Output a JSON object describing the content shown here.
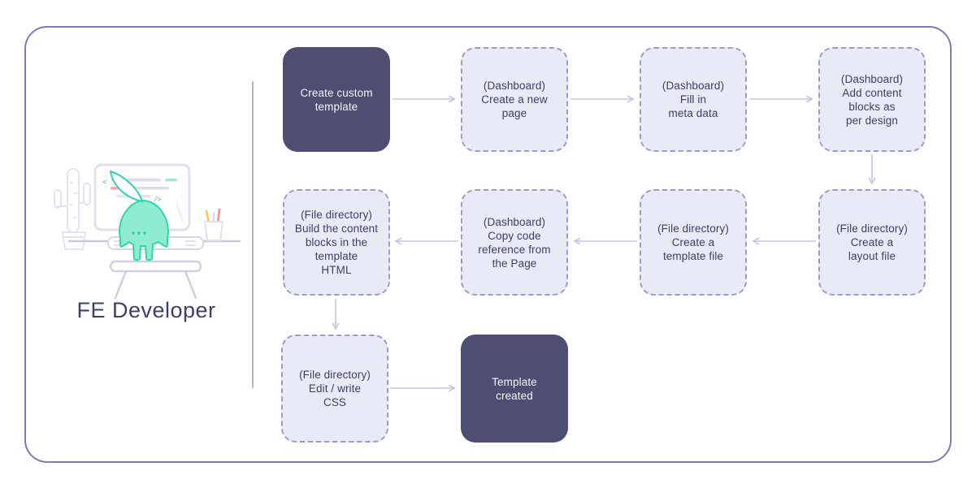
{
  "diagram_title": "FE Developer custom template creation flow",
  "colors": {
    "frame_border": "#7d7bb5",
    "divider": "#b0b0d4",
    "solid_node_bg": "#4e4e72",
    "solid_node_text": "#f5f5fa",
    "dashed_node_bg": "#eaeaf6",
    "dashed_node_border": "#9c9bca",
    "dashed_node_text": "#3e3e66",
    "arrow": "#c5c5e5",
    "mascot_fill": "#8fecd2",
    "mascot_stroke": "#2fd6ac",
    "actor_label_text": "#3f3f6b"
  },
  "actor": {
    "label": "FE Developer",
    "illustration_parts": [
      "cactus",
      "monitor-with-code",
      "mascot",
      "keyboard",
      "desk",
      "pen-cup",
      "stool"
    ]
  },
  "flow": {
    "nodes": [
      {
        "id": "create-custom-template",
        "type": "solid",
        "label": "Create custom\ntemplate"
      },
      {
        "id": "create-new-page",
        "type": "dashed",
        "label": "(Dashboard)\nCreate a new\npage"
      },
      {
        "id": "fill-meta-data",
        "type": "dashed",
        "label": "(Dashboard)\nFill in\nmeta data"
      },
      {
        "id": "add-content-blocks",
        "type": "dashed",
        "label": "(Dashboard)\nAdd content\nblocks as\nper design"
      },
      {
        "id": "build-content-blocks",
        "type": "dashed",
        "label": "(File directory)\nBuild the content\nblocks in the\ntemplate\nHTML"
      },
      {
        "id": "copy-code-reference",
        "type": "dashed",
        "label": "(Dashboard)\nCopy code\nreference from\nthe Page"
      },
      {
        "id": "create-template-file",
        "type": "dashed",
        "label": "(File directory)\nCreate a\ntemplate file"
      },
      {
        "id": "create-layout-file",
        "type": "dashed",
        "label": "(File directory)\nCreate a\nlayout file"
      },
      {
        "id": "edit-write-css",
        "type": "dashed",
        "label": "(File directory)\nEdit / write\nCSS"
      },
      {
        "id": "template-created",
        "type": "solid",
        "label": "Template\ncreated"
      }
    ],
    "connections": [
      {
        "from": "create-custom-template",
        "to": "create-new-page"
      },
      {
        "from": "create-new-page",
        "to": "fill-meta-data"
      },
      {
        "from": "fill-meta-data",
        "to": "add-content-blocks"
      },
      {
        "from": "add-content-blocks",
        "to": "create-layout-file"
      },
      {
        "from": "create-layout-file",
        "to": "create-template-file"
      },
      {
        "from": "create-template-file",
        "to": "copy-code-reference"
      },
      {
        "from": "copy-code-reference",
        "to": "build-content-blocks"
      },
      {
        "from": "build-content-blocks",
        "to": "edit-write-css"
      },
      {
        "from": "edit-write-css",
        "to": "template-created"
      }
    ]
  }
}
